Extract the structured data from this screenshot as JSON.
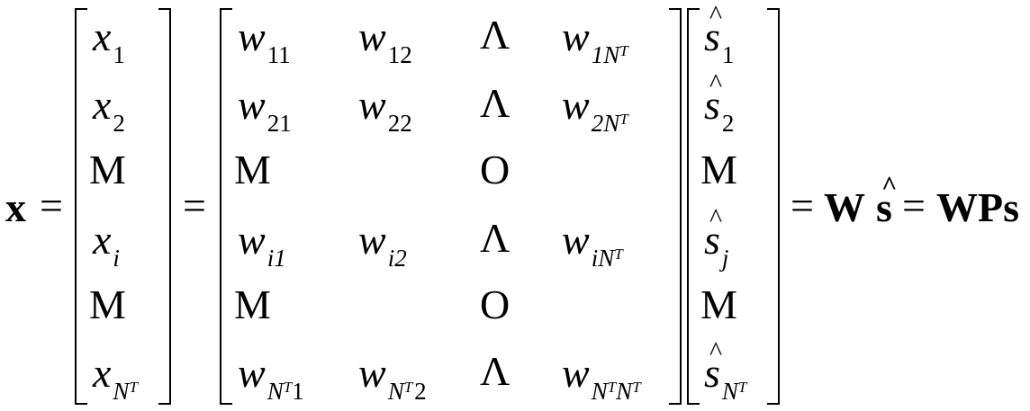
{
  "equation": {
    "lhs": "x",
    "eq": "=",
    "vector_x": [
      {
        "base": "x",
        "sub": "1"
      },
      {
        "base": "x",
        "sub": "2"
      },
      {
        "base": "M",
        "sub": ""
      },
      {
        "base": "x",
        "sub": "i"
      },
      {
        "base": "M",
        "sub": ""
      },
      {
        "base": "x",
        "sub": "N",
        "subsub": "T"
      }
    ],
    "matrix_w": [
      [
        {
          "base": "w",
          "sub": "11"
        },
        {
          "base": "w",
          "sub": "12"
        },
        {
          "base": "Λ"
        },
        {
          "base": "w",
          "sub": "1N",
          "subsub": "T"
        }
      ],
      [
        {
          "base": "w",
          "sub": "21"
        },
        {
          "base": "w",
          "sub": "22"
        },
        {
          "base": "Λ"
        },
        {
          "base": "w",
          "sub": "2N",
          "subsub": "T"
        }
      ],
      [
        {
          "base": "M"
        },
        {
          "base": ""
        },
        {
          "base": "O"
        },
        {
          "base": ""
        }
      ],
      [
        {
          "base": "w",
          "sub": "i1"
        },
        {
          "base": "w",
          "sub": "i2"
        },
        {
          "base": "Λ"
        },
        {
          "base": "w",
          "sub": "iN",
          "subsub": "T"
        }
      ],
      [
        {
          "base": "M"
        },
        {
          "base": ""
        },
        {
          "base": "O"
        },
        {
          "base": ""
        }
      ],
      [
        {
          "base": "w",
          "sub": "N",
          "subsub": "T",
          "post": "1"
        },
        {
          "base": "w",
          "sub": "N",
          "subsub": "T",
          "post": "2"
        },
        {
          "base": "Λ"
        },
        {
          "base": "w",
          "sub": "N",
          "subsub": "T",
          "post": "N",
          "postsub": "T"
        }
      ]
    ],
    "vector_s": [
      {
        "base": "s",
        "hat": true,
        "sub": "1"
      },
      {
        "base": "s",
        "hat": true,
        "sub": "2"
      },
      {
        "base": "M"
      },
      {
        "base": "s",
        "hat": true,
        "sub": "j"
      },
      {
        "base": "M"
      },
      {
        "base": "s",
        "hat": true,
        "sub": "N",
        "subsub": "T"
      }
    ],
    "rhs1": "Wŝ",
    "rhs1_W": "W",
    "rhs1_s": "s",
    "rhs2": "WPs"
  }
}
